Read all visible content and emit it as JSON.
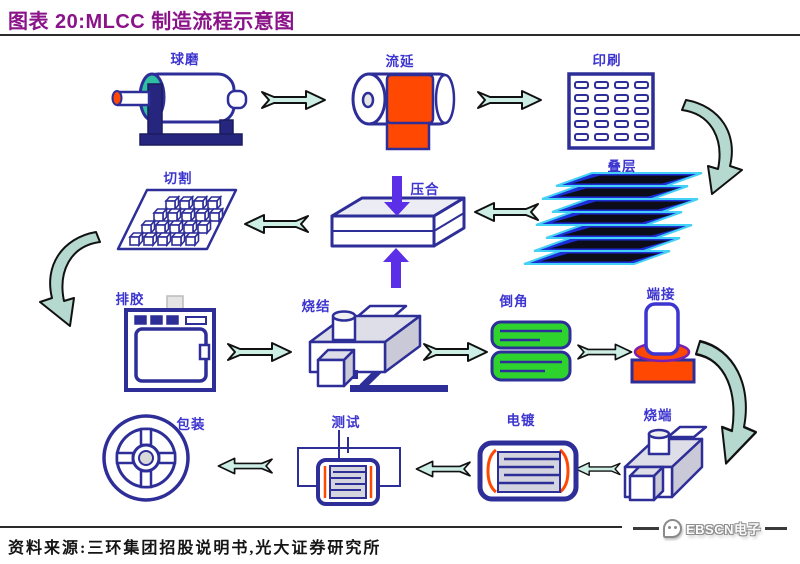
{
  "title": {
    "text": "图表 20:MLCC 制造流程示意图"
  },
  "steps": [
    {
      "label": "球磨"
    },
    {
      "label": "流延"
    },
    {
      "label": "印刷"
    },
    {
      "label": "叠层"
    },
    {
      "label": "压合"
    },
    {
      "label": "切割"
    },
    {
      "label": "排胶"
    },
    {
      "label": "烧结"
    },
    {
      "label": "倒角"
    },
    {
      "label": "端接"
    },
    {
      "label": "烧端"
    },
    {
      "label": "电镀"
    },
    {
      "label": "测试"
    },
    {
      "label": "包装"
    }
  ],
  "footer": {
    "source": "资料来源:三环集团招股说明书,光大证券研究所",
    "logo": "EBSCN电子"
  },
  "colors": {
    "title": "#8a1389",
    "label": "#3d35cf",
    "outline": "#2e2e99",
    "arrowFill": "#cdeee4",
    "curveFill": "#b5d8cf",
    "orange": "#ff4902",
    "green": "#2ed32e",
    "teal": "#2fbfa3",
    "layerBlue": "#1b2fd8",
    "layerCyan": "#45d0f5",
    "pressArrow": "#5b2fe8",
    "machineGray": "#dedee8"
  }
}
